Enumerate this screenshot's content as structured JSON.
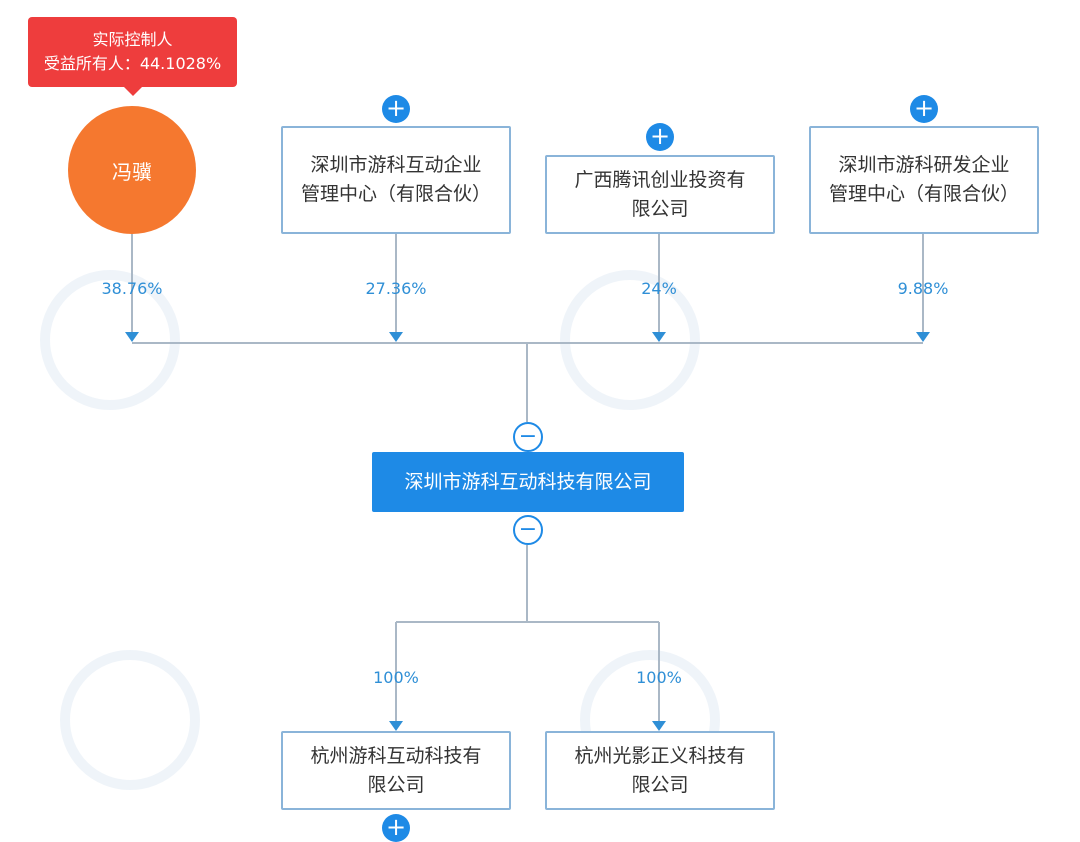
{
  "controller": {
    "title": "实际控制人",
    "beneficiary": "受益所有人：44.1028%",
    "name": "冯骥"
  },
  "shareholders": [
    {
      "name_line1": "深圳市游科互动企业",
      "name_line2": "管理中心（有限合伙）",
      "percent": "27.36%"
    },
    {
      "name_line1": "广西腾讯创业投资有",
      "name_line2": "限公司",
      "percent": "24%"
    },
    {
      "name_line1": "深圳市游科研发企业",
      "name_line2": "管理中心（有限合伙）",
      "percent": "9.88%"
    }
  ],
  "controller_percent": "38.76%",
  "center_company": "深圳市游科互动科技有限公司",
  "subsidiaries": [
    {
      "name_line1": "杭州游科互动科技有",
      "name_line2": "限公司",
      "percent": "100%"
    },
    {
      "name_line1": "杭州光影正义科技有",
      "name_line2": "限公司",
      "percent": "100%"
    }
  ],
  "colors": {
    "accent": "#1e8ae6",
    "controller_tag": "#ee3d3d",
    "person": "#f5782f",
    "line": "#aab8c6"
  },
  "icons": {
    "expand": "plus-circle-icon",
    "collapse": "minus-circle-icon"
  }
}
